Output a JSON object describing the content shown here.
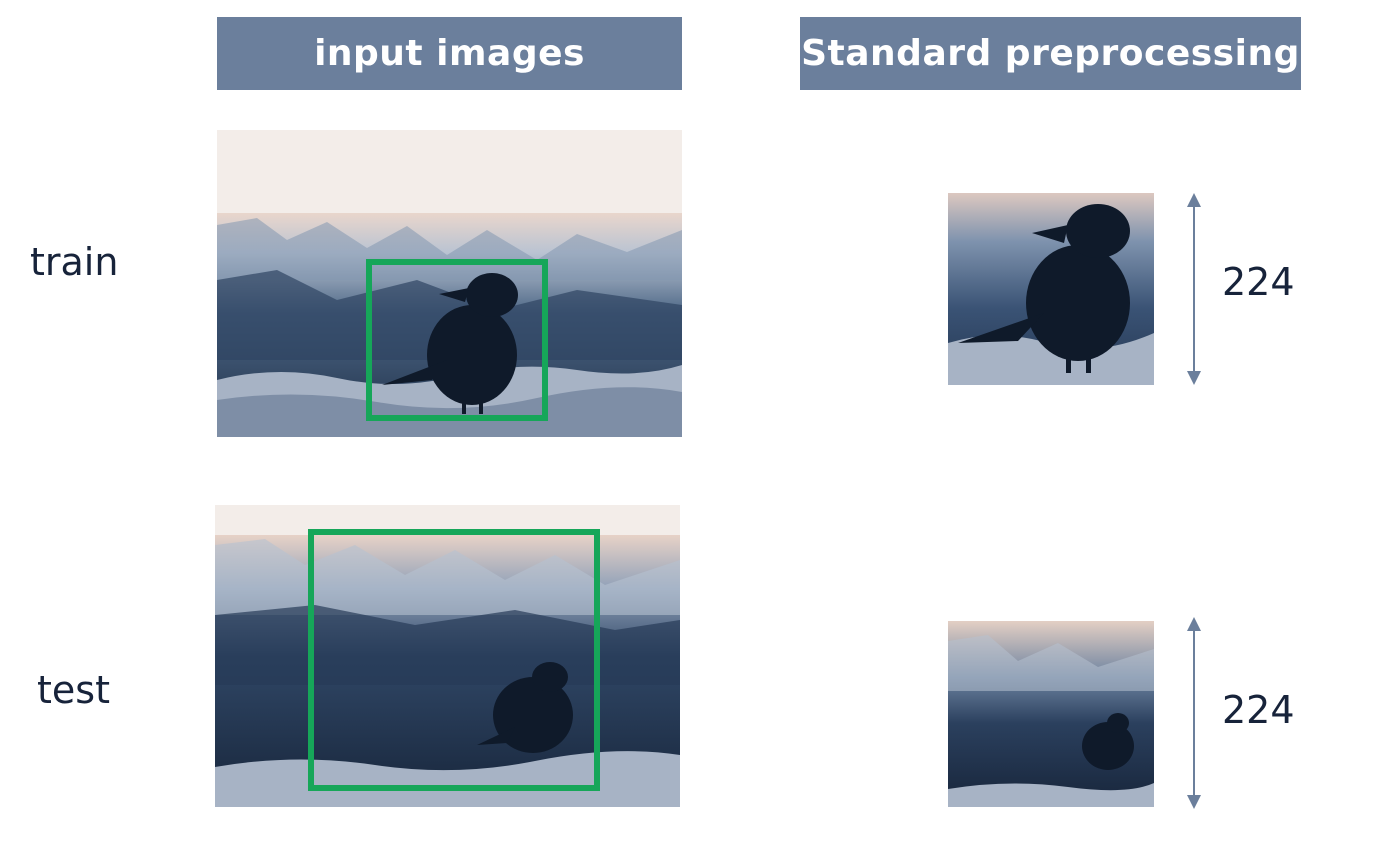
{
  "headers": {
    "input_images": "input images",
    "standard_preprocessing": "Standard preprocessing"
  },
  "rows": {
    "train": "train",
    "test": "test"
  },
  "dimensions": {
    "train_size": "224",
    "test_size": "224"
  },
  "colors": {
    "header_bg": "#6b7f9c",
    "header_text": "#ffffff",
    "crop_box": "#16a659",
    "arrow": "#6b7f9c",
    "sky": "#f3ede9",
    "cliff_light": "#e8d3c8",
    "canyon_mid": "#5d7898",
    "canyon_dark": "#1b2a40",
    "raven": "#0f1a2a",
    "rocks": "#a8b4c6"
  }
}
